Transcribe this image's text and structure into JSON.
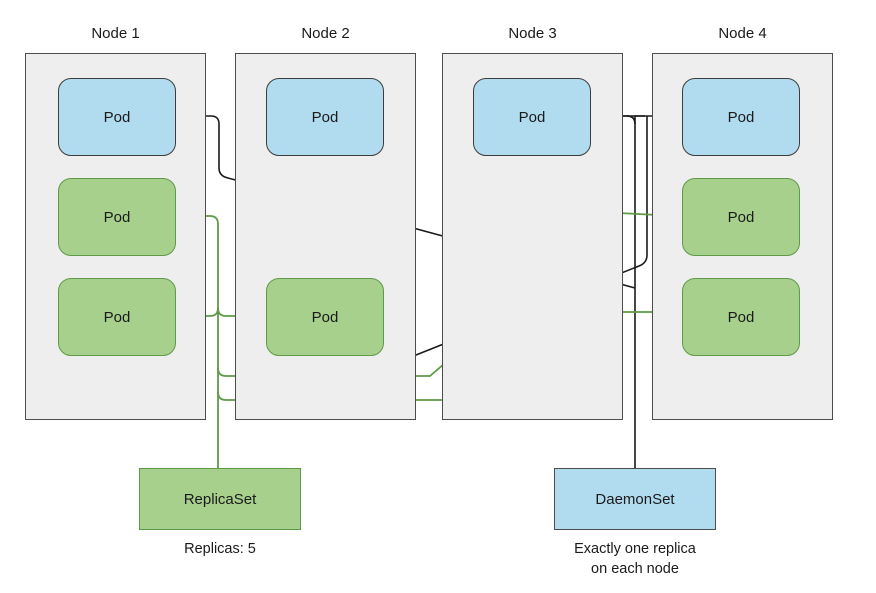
{
  "diagram": {
    "title": "Kubernetes ReplicaSet and DaemonSet pod distribution",
    "colors": {
      "pod_blue_fill": "#b1dcf0",
      "pod_blue_stroke": "#3d3d3d",
      "pod_green_fill": "#a8d08d",
      "pod_green_stroke": "#5f9a48",
      "node_fill": "#eeeeee",
      "node_stroke": "#4d4d4d",
      "wire_green": "#5f9a48",
      "wire_black": "#1a1a1a",
      "background": "#ffffff"
    }
  },
  "nodes": [
    {
      "id": "node-1",
      "label": "Node 1",
      "pods": [
        {
          "label": "Pod",
          "kind": "daemonset"
        },
        {
          "label": "Pod",
          "kind": "replicaset"
        },
        {
          "label": "Pod",
          "kind": "replicaset"
        }
      ]
    },
    {
      "id": "node-2",
      "label": "Node 2",
      "pods": [
        {
          "label": "Pod",
          "kind": "daemonset"
        },
        {
          "label": "Pod",
          "kind": "replicaset"
        }
      ]
    },
    {
      "id": "node-3",
      "label": "Node 3",
      "pods": [
        {
          "label": "Pod",
          "kind": "daemonset"
        }
      ]
    },
    {
      "id": "node-4",
      "label": "Node 4",
      "pods": [
        {
          "label": "Pod",
          "kind": "daemonset"
        },
        {
          "label": "Pod",
          "kind": "replicaset"
        },
        {
          "label": "Pod",
          "kind": "replicaset"
        }
      ]
    }
  ],
  "controllers": {
    "replicaset": {
      "label": "ReplicaSet",
      "caption": "Replicas: 5"
    },
    "daemonset": {
      "label": "DaemonSet",
      "caption": "Exactly one replica\non each node"
    }
  }
}
